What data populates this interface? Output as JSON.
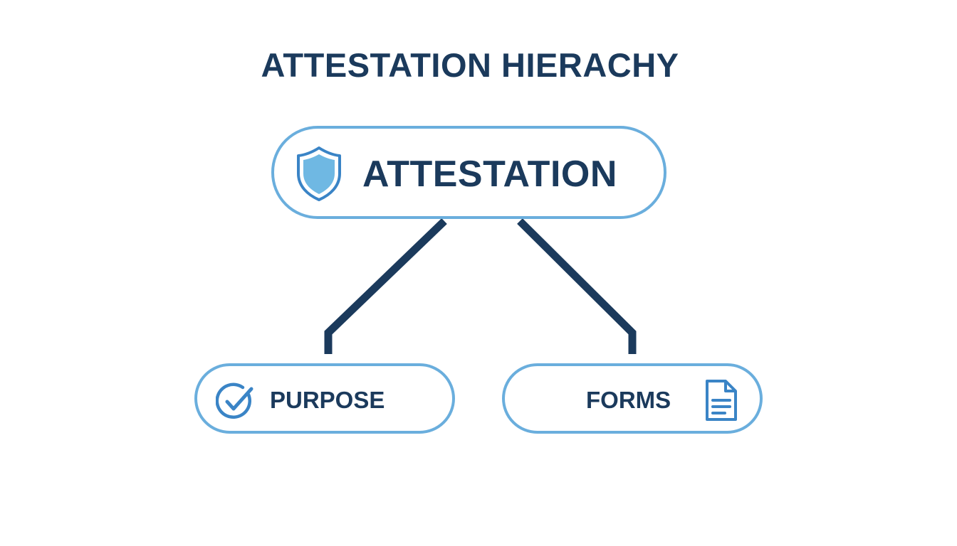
{
  "title": "ATTESTATION HIERACHY",
  "root": {
    "label": "ATTESTATION",
    "icon": "shield-icon"
  },
  "children": [
    {
      "label": "PURPOSE",
      "icon": "check-circle-icon"
    },
    {
      "label": "FORMS",
      "icon": "document-icon"
    }
  ],
  "colors": {
    "text": "#1b3a5c",
    "node_border": "#6aaedd",
    "connector": "#1b3a5c",
    "icon_fill": "#6fb8e3",
    "icon_stroke": "#3a84c6"
  }
}
